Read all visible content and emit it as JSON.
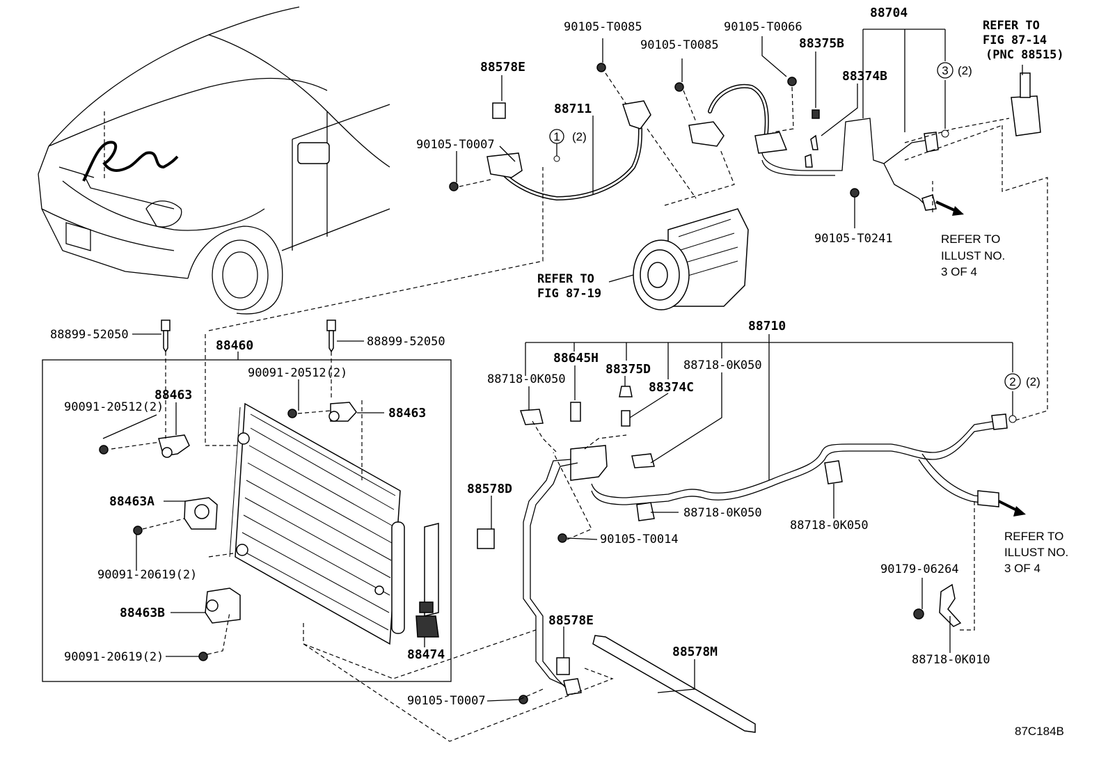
{
  "diagram_id": "87C184B",
  "callouts": {
    "c88704": "88704",
    "c90105_T0066": "90105-T0066",
    "c90105_T0085_a": "90105-T0085",
    "c90105_T0085_b": "90105-T0085",
    "c88375B": "88375B",
    "c88374B": "88374B",
    "c88578E_top": "88578E",
    "c88711": "88711",
    "c90105_T0007_top": "90105-T0007",
    "c90105_T0241": "90105-T0241",
    "c88710": "88710",
    "c88645H": "88645H",
    "c88375D": "88375D",
    "c88374C": "88374C",
    "c88718_0K050_a": "88718-0K050",
    "c88718_0K050_b": "88718-0K050",
    "c88718_0K050_c": "88718-0K050",
    "c88718_0K050_d": "88718-0K050",
    "c88578D": "88578D",
    "c90105_T0014": "90105-T0014",
    "c88578E_bot": "88578E",
    "c88578M": "88578M",
    "c90105_T0007_bot": "90105-T0007",
    "c90179_06264": "90179-06264",
    "c88718_0K010": "88718-0K010",
    "c88899_52050_a": "88899-52050",
    "c88899_52050_b": "88899-52050",
    "c88460": "88460",
    "c88463_a": "88463",
    "c88463_b": "88463",
    "c90091_20512_a": "90091-20512(2)",
    "c90091_20512_b": "90091-20512(2)",
    "c88463A": "88463A",
    "c90091_20619_a": "90091-20619(2)",
    "c88463B": "88463B",
    "c90091_20619_b": "90091-20619(2)",
    "c88474": "88474"
  },
  "circled_refs": [
    {
      "num": "1",
      "qty": "(2)"
    },
    {
      "num": "2",
      "qty": "(2)"
    },
    {
      "num": "3",
      "qty": "(2)"
    }
  ],
  "notes": {
    "refer_fig_87_14": [
      "REFER TO",
      "FIG 87-14",
      "(PNC 88515)"
    ],
    "refer_fig_87_19": [
      "REFER TO",
      "FIG 87-19"
    ],
    "refer_illust_top": [
      "REFER TO",
      "ILLUST NO.",
      "3 OF 4"
    ],
    "refer_illust_bot": [
      "REFER TO",
      "ILLUST NO.",
      "3 OF 4"
    ]
  }
}
